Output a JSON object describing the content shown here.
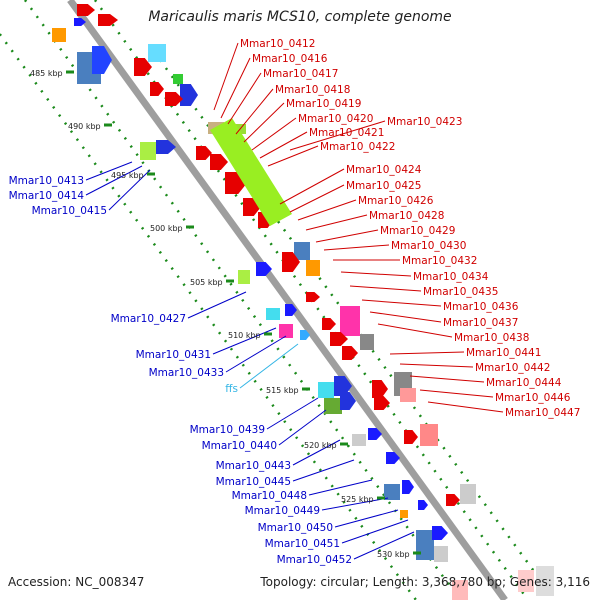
{
  "title": "Maricaulis maris MCS10, complete genome",
  "footer": {
    "accession": "Accession: NC_008347",
    "topology": "Topology: circular; Length: 3,368,780 bp; Genes: 3,116"
  },
  "colors": {
    "backbone": "#9e9e9e",
    "ticks": "#1b8a1b",
    "forward_labels": "#d00000",
    "reverse_labels": "#0000c8",
    "ffs_label": "#33b5e5"
  },
  "kbp_ticks": [
    "485 kbp",
    "490 kbp",
    "495 kbp",
    "500 kbp",
    "505 kbp",
    "510 kbp",
    "515 kbp",
    "520 kbp",
    "525 kbp",
    "530 kbp"
  ],
  "forward_genes": [
    "Mmar10_0412",
    "Mmar10_0416",
    "Mmar10_0417",
    "Mmar10_0418",
    "Mmar10_0419",
    "Mmar10_0420",
    "Mmar10_0421",
    "Mmar10_0422",
    "Mmar10_0423",
    "Mmar10_0424",
    "Mmar10_0425",
    "Mmar10_0426",
    "Mmar10_0428",
    "Mmar10_0429",
    "Mmar10_0430",
    "Mmar10_0432",
    "Mmar10_0434",
    "Mmar10_0435",
    "Mmar10_0436",
    "Mmar10_0437",
    "Mmar10_0438",
    "Mmar10_0441",
    "Mmar10_0442",
    "Mmar10_0444",
    "Mmar10_0446",
    "Mmar10_0447"
  ],
  "reverse_genes": [
    "Mmar10_0413",
    "Mmar10_0414",
    "Mmar10_0415",
    "Mmar10_0427",
    "Mmar10_0431",
    "Mmar10_0433",
    "ffs",
    "Mmar10_0439",
    "Mmar10_0440",
    "Mmar10_0443",
    "Mmar10_0445",
    "Mmar10_0448",
    "Mmar10_0449",
    "Mmar10_0450",
    "Mmar10_0451",
    "Mmar10_0452"
  ]
}
